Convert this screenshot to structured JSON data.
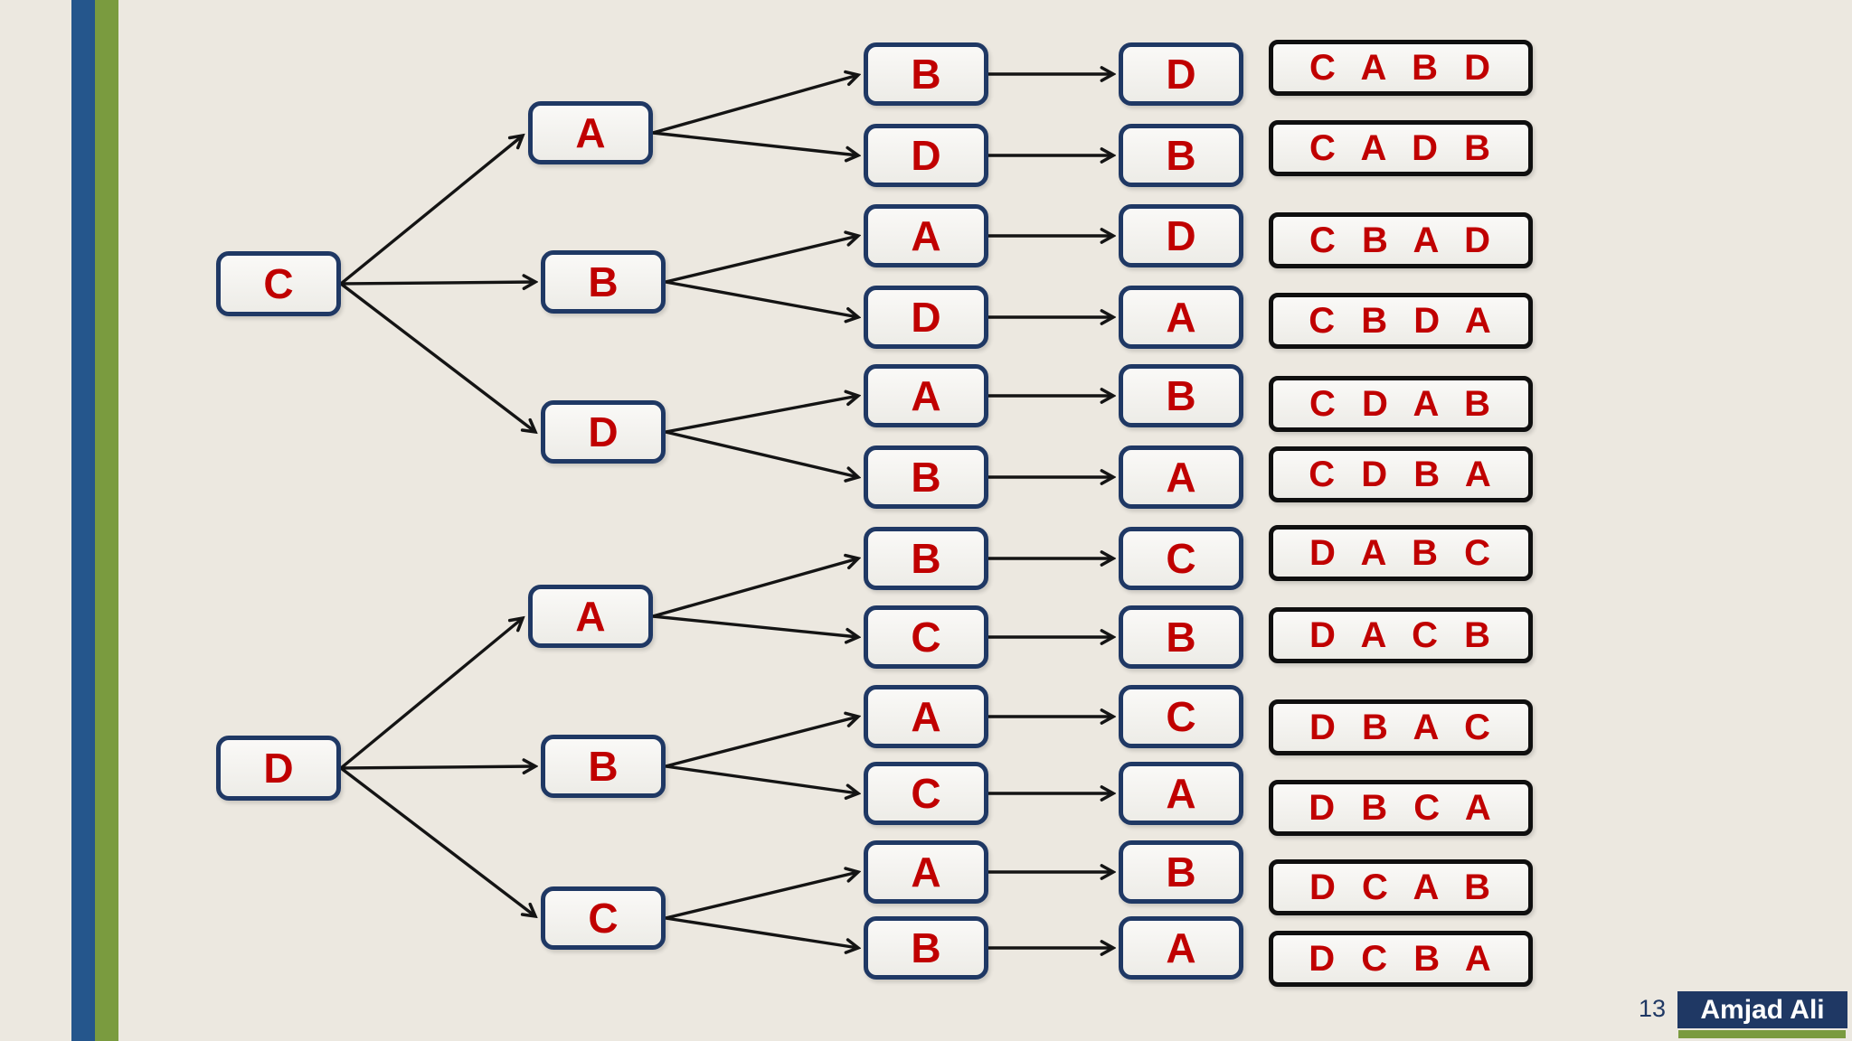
{
  "slide": {
    "footer": {
      "page_number": "13",
      "author": "Amjad Ali"
    },
    "colors": {
      "background": "#ece8e0",
      "sidebar_blue": "#25568c",
      "sidebar_green": "#7a9b3f",
      "node_border": "#1f3864",
      "node_fill": "#f6f5f2",
      "letter_red": "#c00000",
      "result_border": "#0f0f0f",
      "arrow": "#141414",
      "footer_badge": "#1f3864"
    },
    "trees": [
      {
        "root": "C",
        "branches": [
          {
            "level2": "A",
            "paths": [
              {
                "level3": "B",
                "level4": "D",
                "permutation": "C A B D"
              },
              {
                "level3": "D",
                "level4": "B",
                "permutation": "C A D B"
              }
            ]
          },
          {
            "level2": "B",
            "paths": [
              {
                "level3": "A",
                "level4": "D",
                "permutation": "C B A D"
              },
              {
                "level3": "D",
                "level4": "A",
                "permutation": "C B D A"
              }
            ]
          },
          {
            "level2": "D",
            "paths": [
              {
                "level3": "A",
                "level4": "B",
                "permutation": "C D A B"
              },
              {
                "level3": "B",
                "level4": "A",
                "permutation": "C D B A"
              }
            ]
          }
        ]
      },
      {
        "root": "D",
        "branches": [
          {
            "level2": "A",
            "paths": [
              {
                "level3": "B",
                "level4": "C",
                "permutation": "D A B C"
              },
              {
                "level3": "C",
                "level4": "B",
                "permutation": "D A C B"
              }
            ]
          },
          {
            "level2": "B",
            "paths": [
              {
                "level3": "A",
                "level4": "C",
                "permutation": "D B A C"
              },
              {
                "level3": "C",
                "level4": "A",
                "permutation": "D B C A"
              }
            ]
          },
          {
            "level2": "C",
            "paths": [
              {
                "level3": "A",
                "level4": "B",
                "permutation": "D C A B"
              },
              {
                "level3": "B",
                "level4": "A",
                "permutation": "D C B A"
              }
            ]
          }
        ]
      }
    ]
  }
}
